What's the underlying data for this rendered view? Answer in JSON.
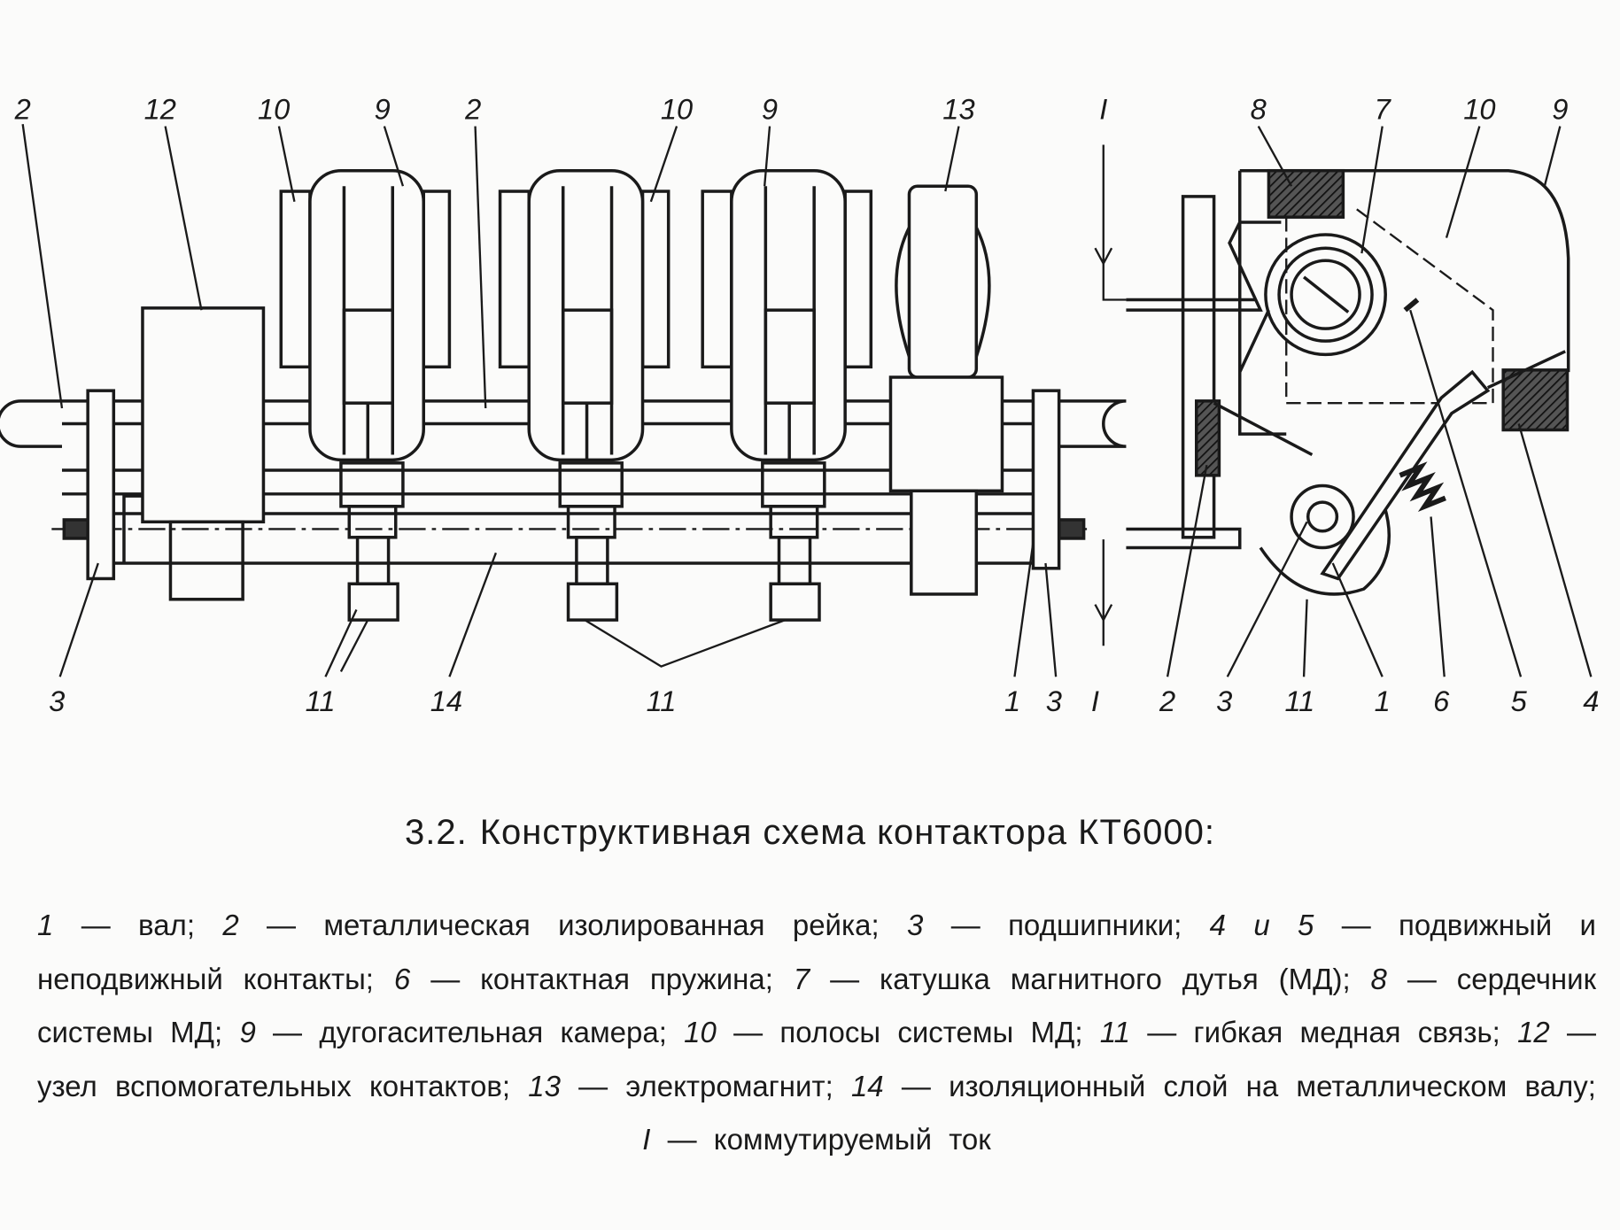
{
  "diagram": {
    "top_labels": [
      "2",
      "12",
      "10",
      "9",
      "2",
      "10",
      "9",
      "13",
      "I",
      "8",
      "7",
      "10",
      "9"
    ],
    "bottom_labels": [
      "3",
      "11",
      "14",
      "11",
      "1",
      "3",
      "I",
      "2",
      "3",
      "11",
      "1",
      "6",
      "5",
      "4"
    ]
  },
  "figure": {
    "number": "3.2.",
    "title": "Конструктивная схема контактора КТ6000:"
  },
  "legend": [
    {
      "num": "1",
      "text": "вал"
    },
    {
      "num": "2",
      "text": "металлическая изолированная рейка"
    },
    {
      "num": "3",
      "text": "подшипники"
    },
    {
      "num": "4 и 5",
      "text": "подвижный и неподвижный контакты"
    },
    {
      "num": "6",
      "text": "контактная пружина"
    },
    {
      "num": "7",
      "text": "катушка магнитного дутья (МД)"
    },
    {
      "num": "8",
      "text": "сердечник системы МД"
    },
    {
      "num": "9",
      "text": "дугогасительная камера"
    },
    {
      "num": "10",
      "text": "полосы системы МД"
    },
    {
      "num": "11",
      "text": "гибкая медная связь"
    },
    {
      "num": "12",
      "text": "узел вспомогательных контактов"
    },
    {
      "num": "13",
      "text": "электромагнит"
    },
    {
      "num": "14",
      "text": "изоляционный слой на металлическом валу"
    },
    {
      "num": "I",
      "text": "коммутируемый ток"
    }
  ],
  "colors": {
    "ink": "#1a1a1a",
    "paper": "#fbfbfa"
  }
}
